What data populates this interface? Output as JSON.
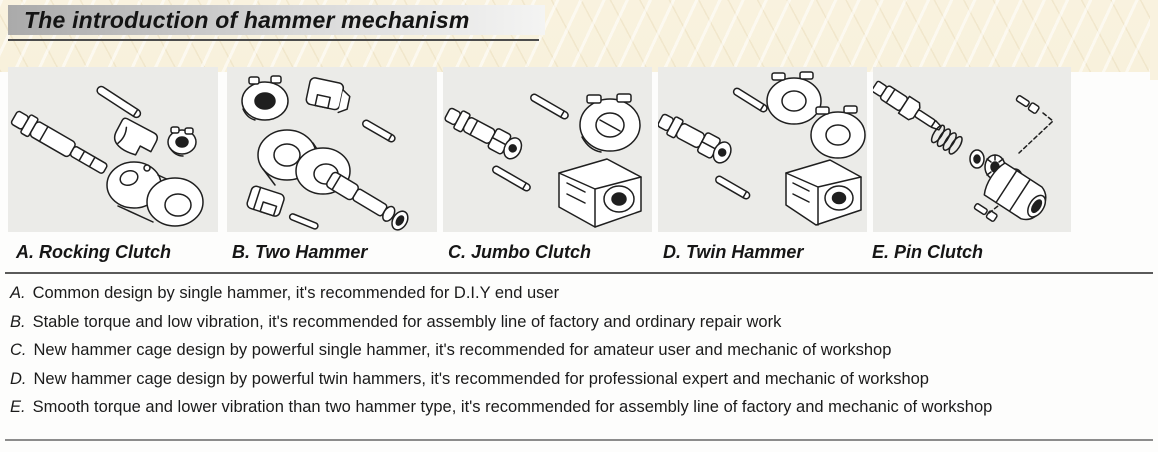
{
  "page": {
    "title": "The introduction of hammer mechanism"
  },
  "colors": {
    "background_top": "#f8f1dc",
    "background_bottom": "#fdfdfc",
    "panel": "#ebebe8",
    "title_bar_gradient_start": "#aaaaaa",
    "title_bar_gradient_end": "#f4f4f3",
    "rule_dark": "#5a5a5a",
    "rule_light": "#8c8c8c",
    "text": "#1b1b1b"
  },
  "figures": [
    {
      "caption": "A. Rocking Clutch",
      "icon": "rocking-clutch-exploded-diagram"
    },
    {
      "caption": "B. Two Hammer",
      "icon": "two-hammer-exploded-diagram"
    },
    {
      "caption": "C. Jumbo Clutch",
      "icon": "jumbo-clutch-exploded-diagram"
    },
    {
      "caption": "D. Twin Hammer",
      "icon": "twin-hammer-exploded-diagram"
    },
    {
      "caption": "E. Pin Clutch",
      "icon": "pin-clutch-exploded-diagram"
    }
  ],
  "descriptions": [
    {
      "letter": "A.",
      "text": "Common design by single hammer, it's recommended for D.I.Y end user"
    },
    {
      "letter": "B.",
      "text": "Stable torque and low vibration, it's recommended for assembly line of factory and ordinary repair work"
    },
    {
      "letter": "C.",
      "text": "New hammer cage design by powerful single hammer, it's recommended for amateur user and mechanic of workshop"
    },
    {
      "letter": "D.",
      "text": "New hammer cage design by powerful twin hammers, it's recommended for professional expert and mechanic of workshop"
    },
    {
      "letter": "E.",
      "text": "Smooth torque and lower vibration than two hammer type, it's recommended for assembly line of factory and mechanic of workshop"
    }
  ]
}
